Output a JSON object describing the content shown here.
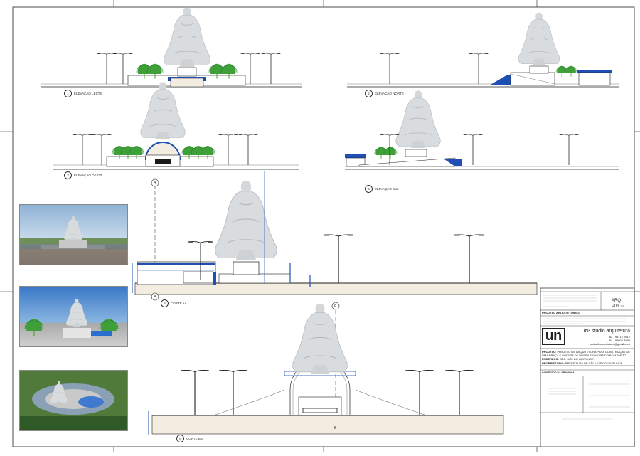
{
  "drawing": {
    "views": [
      {
        "num": "1",
        "title": "ELEVAÇÃO LESTE"
      },
      {
        "num": "2",
        "title": "ELEVAÇÃO NORTE"
      },
      {
        "num": "3",
        "title": "ELEVAÇÃO OESTE"
      },
      {
        "num": "4",
        "title": "ELEVAÇÃO SUL"
      },
      {
        "num": "5",
        "title": "CORTE AA"
      },
      {
        "num": "6",
        "title": "CORTE BB"
      }
    ],
    "section_markers": [
      "A",
      "A",
      "B",
      "B"
    ]
  },
  "title_block": {
    "sheet_code": "ARQ",
    "sheet_number": "P03",
    "sheet_suffix": "2/3",
    "section_header": "PROJETO ARQUITETÔNICO",
    "studio_name": "UN² studio arquitetura",
    "studio_phone1": "82 - 98712 2012",
    "studio_phone2": "82 - 99605 3893",
    "studio_email": "unstudioarquitetura@gmail.com",
    "logo_text": "un",
    "projeto_label": "PROJETO:",
    "projeto_text": "PROJETO DE ARQUITETURA PARA CONSTRUÇÃO DE UMA PRAÇA E IMAGEM DE NOSSA SENHORA DO BOM PARTO",
    "endereco_label": "ENDEREÇO:",
    "endereco_text": "SÃO LUÍS DO QUITUNDE",
    "proprietario_label": "PROPRIETÁRIO:",
    "proprietario_text": "PREFEITURA DE SÃO LUÍS DO QUITUNDE",
    "conteudo_label": "CONTEÚDO DA PRANCHA:"
  },
  "colors": {
    "line": "#1a1a1a",
    "blue": "#1f4fb4",
    "statue": "#d9dcdf",
    "tree": "#3fa03a",
    "ground": "#f3ece0"
  }
}
